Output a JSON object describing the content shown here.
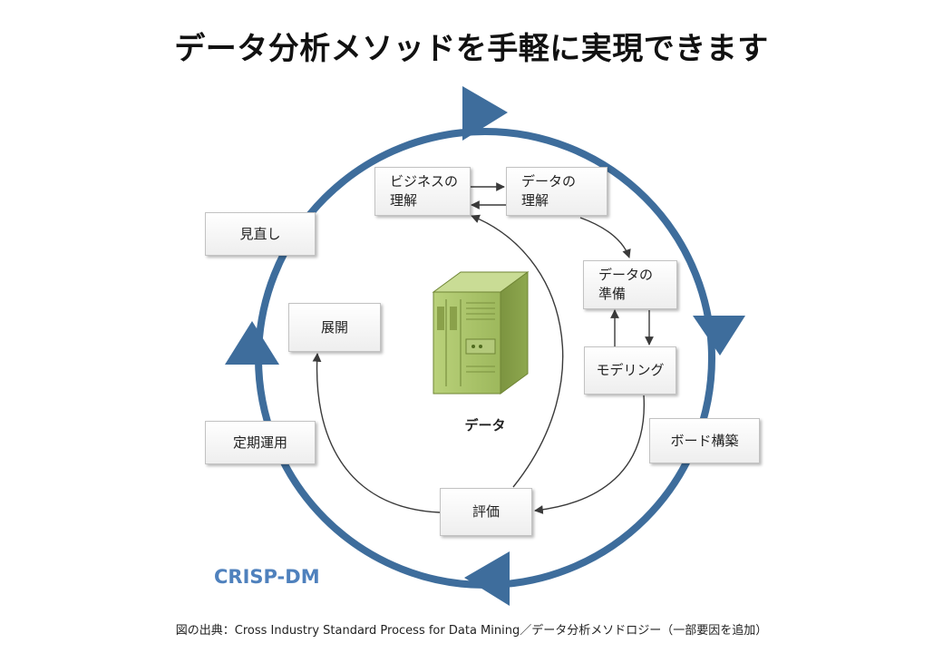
{
  "title": "データ分析メソッドを手軽に実現できます",
  "cycle": {
    "label": "CRISP-DM",
    "outer_steps": [
      "見直し",
      "ボード構築",
      "定期運用"
    ]
  },
  "phases": {
    "business_understanding": "ビジネスの\n理解",
    "data_understanding": "データの\n理解",
    "data_preparation": "データの\n準備",
    "modeling": "モデリング",
    "evaluation": "評価",
    "deployment": "展開"
  },
  "center": {
    "icon": "server-icon",
    "label": "データ"
  },
  "source": "図の出典：Cross Industry Standard Process for Data Mining／データ分析メソドロジー（一部要因を追加）",
  "colors": {
    "cycle_ring": "#3e6d9c",
    "accent_text": "#4f81bd",
    "server_body": "#a9c26a"
  }
}
